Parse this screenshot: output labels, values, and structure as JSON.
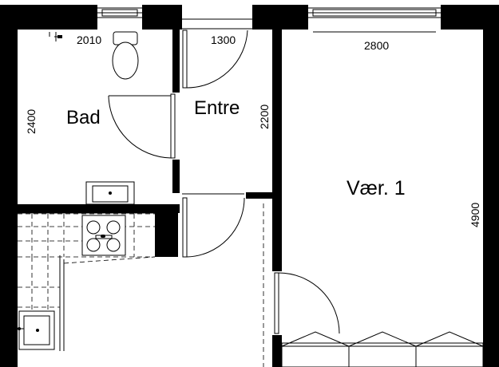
{
  "rooms": {
    "bathroom": "Bad",
    "entrance": "Entre",
    "bedroom": "Vær. 1"
  },
  "dimensions": {
    "bathroom_window": "2010",
    "entrance_width": "1300",
    "bedroom_window": "2800",
    "bathroom_height": "2400",
    "entrance_height": "2200",
    "bedroom_height": "4900"
  }
}
